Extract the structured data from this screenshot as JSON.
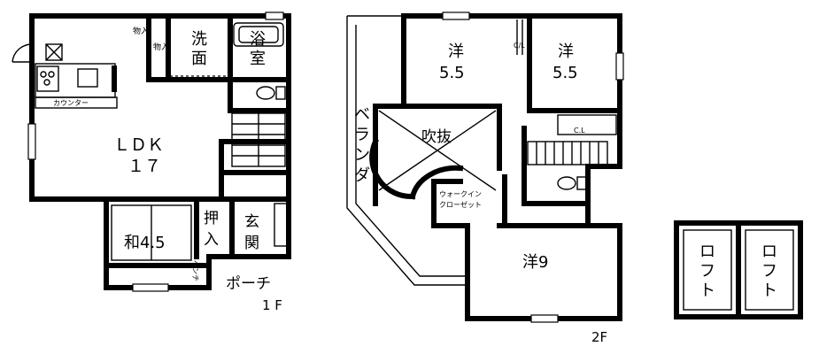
{
  "floor1": {
    "ldk_name": "ＬＤＫ",
    "ldk_size": "１７",
    "counter": "カウンター",
    "wash_1": "洗",
    "wash_2": "面",
    "bath_1": "浴",
    "bath_2": "室",
    "storage_small_1": "物入",
    "storage_small_2": "物入",
    "washitsu": "和4.5",
    "oshiire_1": "押",
    "oshiire_2": "入",
    "genkan_1": "玄",
    "genkan_2": "関",
    "bench": "ベンチ",
    "porch": "ポーチ",
    "floor_label": "1 F"
  },
  "floor2": {
    "room_a_name": "洋",
    "room_a_size": "5.5",
    "cl_a": "C/L",
    "room_b_name": "洋",
    "room_b_size": "5.5",
    "cl_b": "C.L",
    "veranda": [
      "ベ",
      "ラ",
      "ン",
      "ダ"
    ],
    "fukinuke": "吹抜",
    "walkin_1": "ウォークイン",
    "walkin_2": "クローゼット",
    "room_c": "洋9",
    "floor_label": "2F"
  },
  "loft": {
    "left": [
      "ロ",
      "フ",
      "ト"
    ],
    "right": [
      "ロ",
      "フ",
      "ト"
    ]
  }
}
